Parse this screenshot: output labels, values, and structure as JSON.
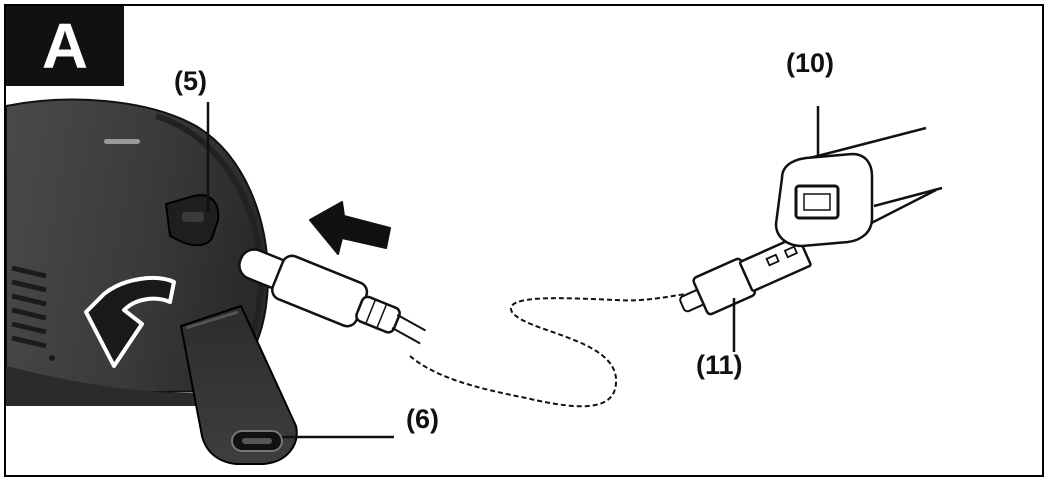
{
  "figure": {
    "label": "A",
    "callouts": {
      "item5": "(5)",
      "item6": "(6)",
      "item10": "(10)",
      "item11": "(11)"
    }
  },
  "colors": {
    "device": "#3d3d3f",
    "device_dark": "#1f1f20",
    "accent_arrow": "#1a1a1a",
    "line": "#111111",
    "badge": "#111111"
  },
  "icons": {
    "insert_direction": "arrow-left-icon",
    "flap_open_direction": "curved-arrow-down-icon"
  }
}
